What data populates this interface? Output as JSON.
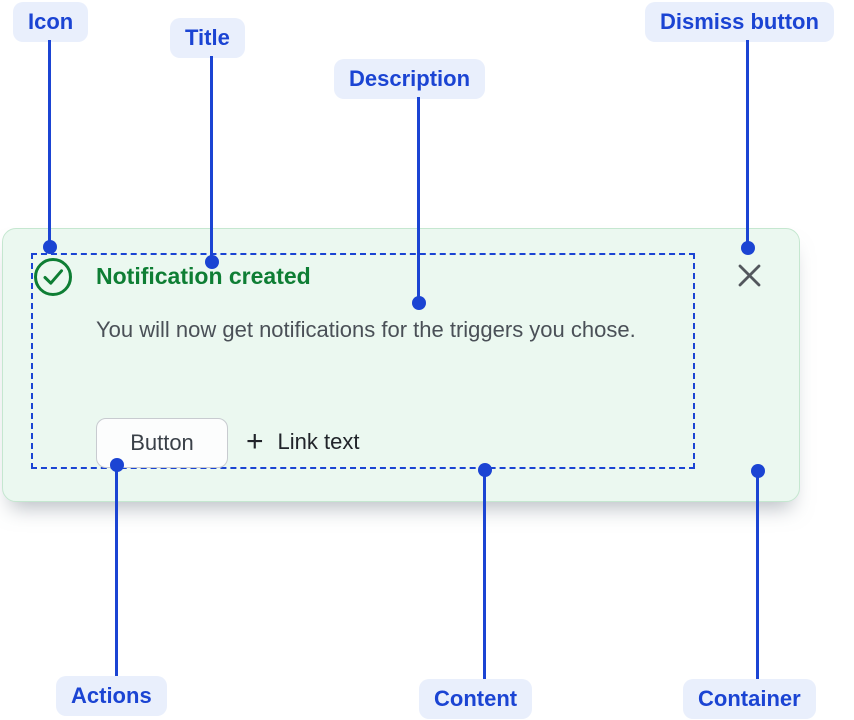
{
  "diagram": {
    "annotations": {
      "icon": "Icon",
      "title": "Title",
      "description": "Description",
      "dismiss_button": "Dismiss button",
      "actions": "Actions",
      "content": "Content",
      "container": "Container"
    },
    "colors": {
      "annotation_blue": "#1b44d3",
      "annotation_pill_bg": "#e9effc",
      "success_green": "#0e7e34",
      "card_bg": "#ebf8f0",
      "card_border": "#c5e7d0",
      "body_text": "#4a5057",
      "dark_text": "#21242a",
      "dismiss_icon_gray": "#53575d"
    },
    "icons": {
      "status": "check-circle-icon",
      "dismiss": "close-icon",
      "link_prefix": "plus-icon"
    }
  },
  "notification": {
    "title": "Notification created",
    "description": "You will now get notifications for the triggers you chose.",
    "button_label": "Button",
    "link_label": "Link text"
  }
}
